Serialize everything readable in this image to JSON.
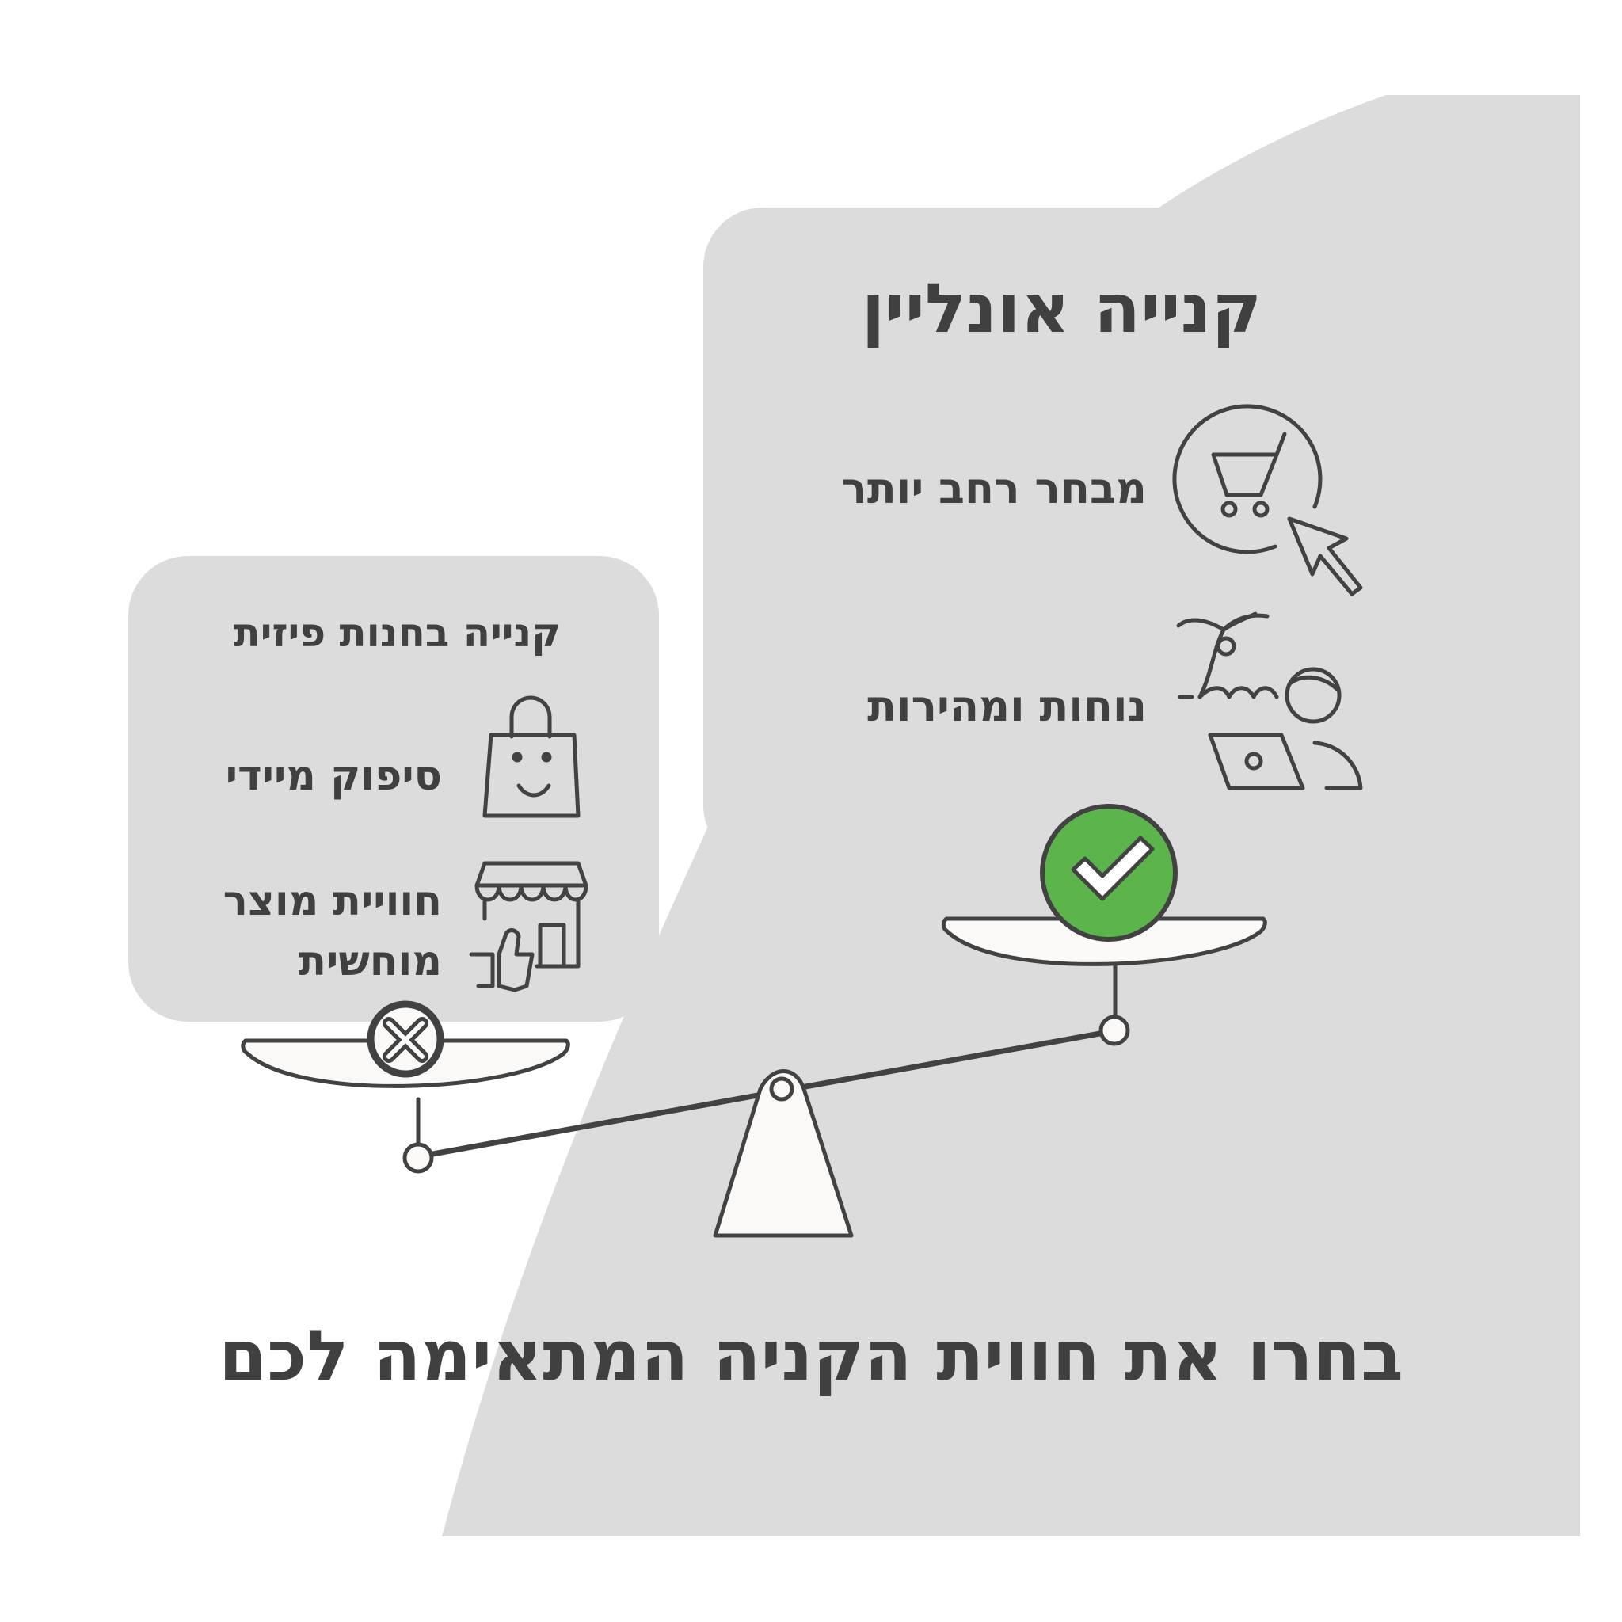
{
  "online_panel": {
    "title": "קנייה אונליין",
    "items": [
      {
        "label": "מבחר רחב יותר",
        "icon": "cart-cursor-icon"
      },
      {
        "label": "נוחות ומהירות",
        "icon": "beach-laptop-icon"
      }
    ],
    "verdict_icon": "green-check-icon"
  },
  "store_panel": {
    "title": "קנייה בחנות פיזית",
    "items": [
      {
        "label": "סיפוק מיידי",
        "icon": "shopping-bag-icon"
      },
      {
        "label": "חוויית מוצר מוחשית",
        "icon": "store-thumbs-up-icon"
      }
    ],
    "verdict_icon": "x-mark-icon"
  },
  "headline": "בחרו את חווית הקניה המתאימה לכם",
  "colors": {
    "panel_bg": "#dcdcdc",
    "stroke": "#424242",
    "accent_green": "#5cb54a",
    "scale_fill": "#fbf9f8"
  }
}
